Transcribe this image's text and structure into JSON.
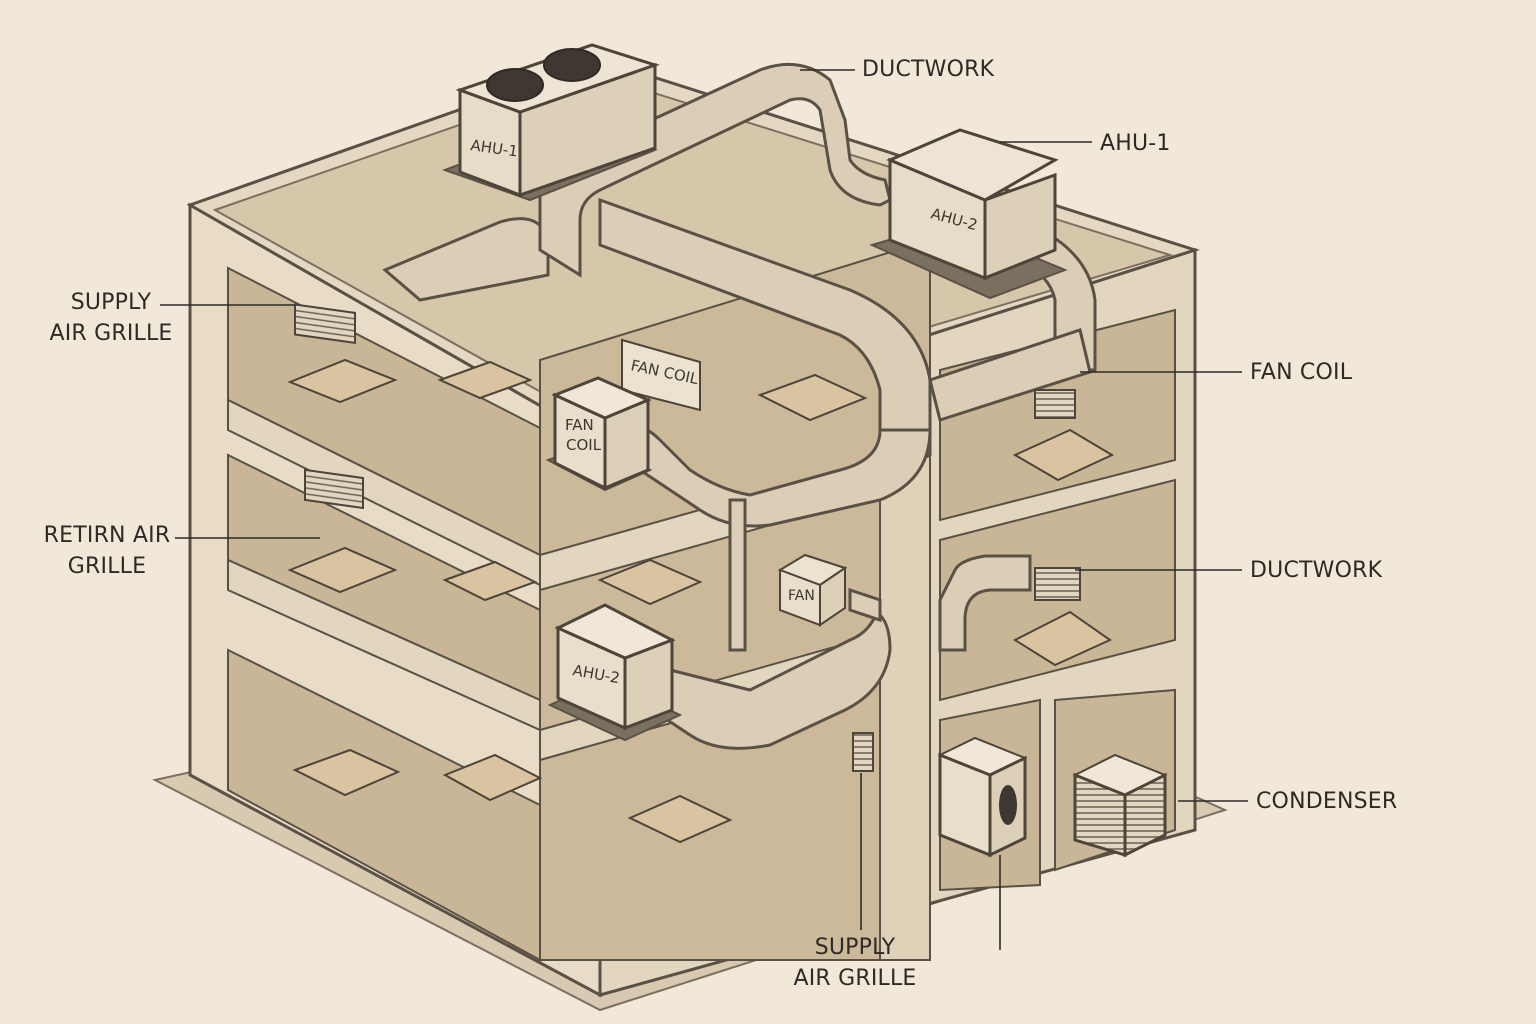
{
  "diagram": {
    "callouts": {
      "ductwork_top": "DUCTWORK",
      "ahu1_right": "AHU-1",
      "supply_grille_left": [
        "SUPPLY",
        "AIR GRILLE"
      ],
      "fan_coil_right": "FAN COIL",
      "return_grille_left": [
        "RETIRN AIR",
        "GRILLE"
      ],
      "ductwork_right": "DUCTWORK",
      "condenser_right": "CONDENSER",
      "supply_grille_bottom": [
        "SUPPLY",
        "AIR GRILLE"
      ]
    },
    "unit_labels": {
      "roof_ahu1": "AHU-1",
      "roof_ahu2": "AHU-2",
      "wall_fan_coil_sign": "FAN COIL",
      "fan_coil_box": [
        "FAN",
        "COIL"
      ],
      "fan_box": "FAN",
      "floor_ahu2": "AHU-2"
    }
  },
  "colors": {
    "background": "#f1e8da",
    "wall": "#e8dcc6",
    "wall_shade": "#d9c9ae",
    "floor": "#cdbb9c",
    "duct": "#dccdb6",
    "outline": "#5a5146",
    "text": "#2d2a26"
  }
}
